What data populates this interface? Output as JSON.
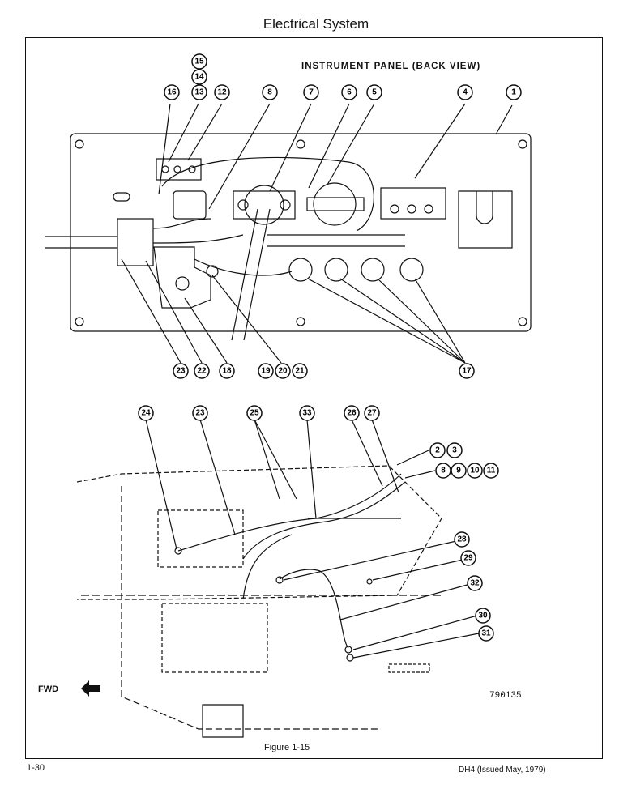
{
  "header": {
    "title": "Electrical System"
  },
  "panel": {
    "heading": "INSTRUMENT PANEL (BACK VIEW)"
  },
  "figure": {
    "caption": "Figure 1-15",
    "drawing_number": "790135"
  },
  "footer": {
    "page": "1-30",
    "issue": "DH4 (Issued May, 1979)"
  },
  "orientation": {
    "label": "FWD",
    "arrow_icon": "arrow-left-icon"
  },
  "callouts_top": [
    "15",
    "14",
    "13",
    "16",
    "12",
    "8",
    "7",
    "6",
    "5",
    "4",
    "1",
    "23",
    "22",
    "18",
    "19",
    "20",
    "21",
    "17"
  ],
  "callouts_bottom": [
    "24",
    "23",
    "25",
    "33",
    "26",
    "27",
    "2",
    "3",
    "8",
    "9",
    "10",
    "11",
    "28",
    "29",
    "32",
    "30",
    "31"
  ]
}
